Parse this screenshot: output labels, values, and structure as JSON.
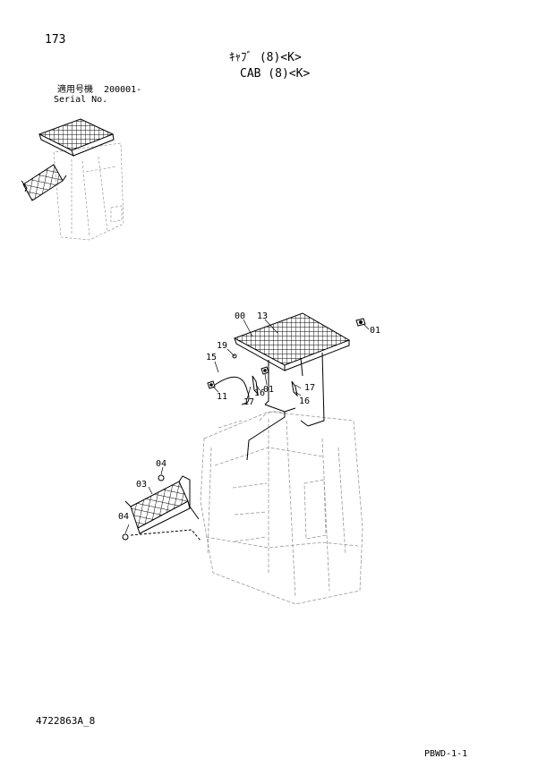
{
  "header": {
    "page_number": "173",
    "title_jp": "ｷｬﾌﾞ (8)<K>",
    "title_en": "CAB (8)<K>",
    "serial_label_jp": "適用号機",
    "serial_range": "200001-",
    "serial_label_en": "Serial No."
  },
  "callouts": {
    "c00": "00",
    "c13": "13",
    "c01a": "01",
    "c19": "19",
    "c15": "15",
    "c01b": "01",
    "c16a": "16",
    "c17a": "17",
    "c11": "11",
    "c17b": "17",
    "c16b": "16",
    "c04a": "04",
    "c03": "03",
    "c04b": "04"
  },
  "footer": {
    "drawing_number": "4722863A_8",
    "page_code": "PBWD-1-1"
  }
}
